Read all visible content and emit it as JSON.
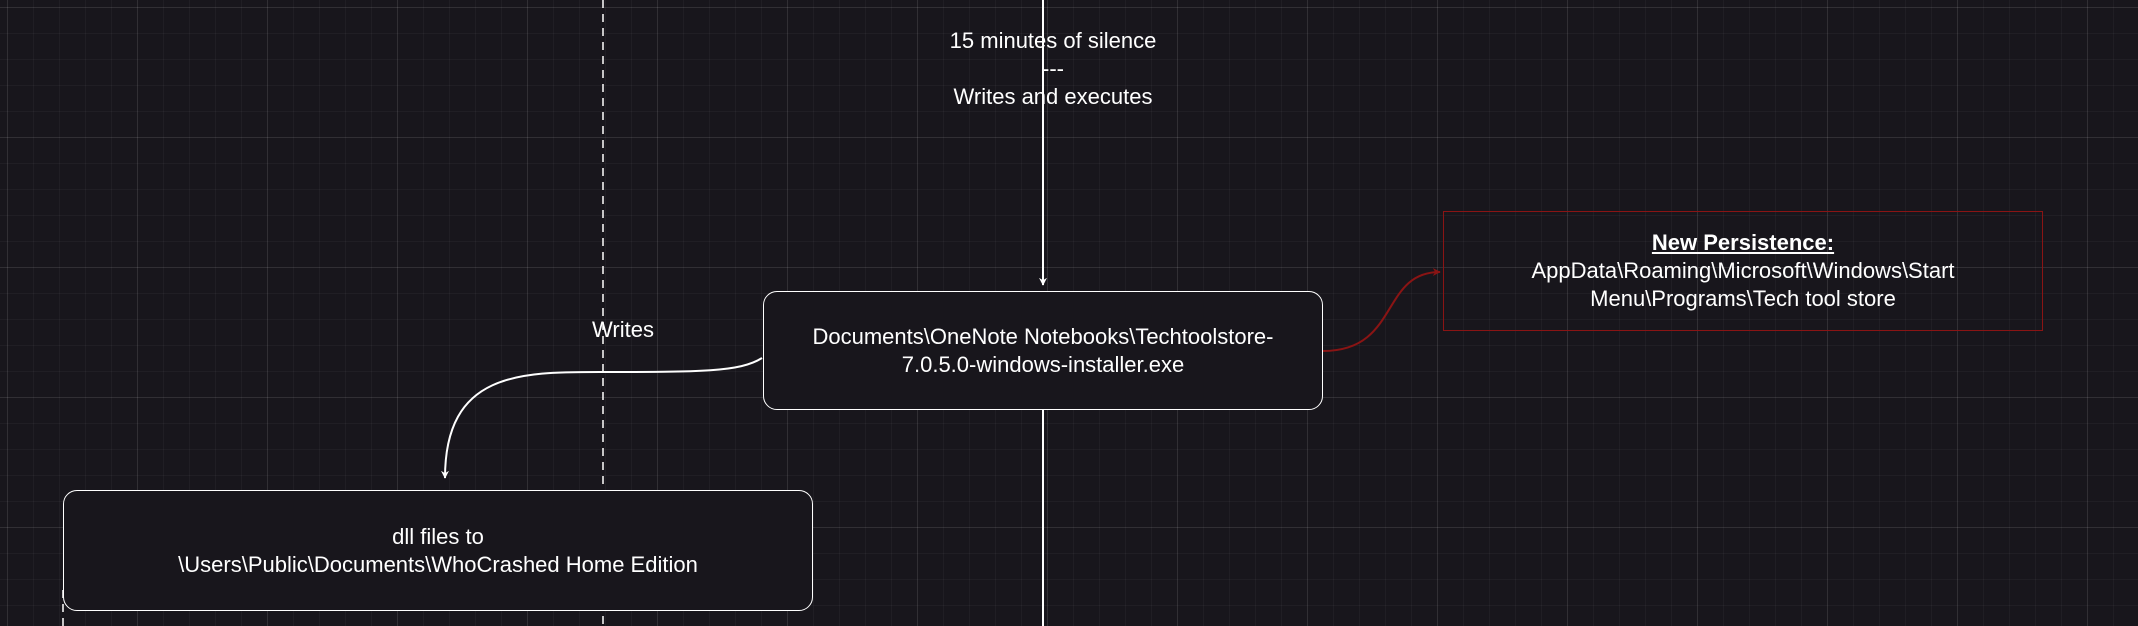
{
  "diagram": {
    "nodes": {
      "installer": {
        "line1": "Documents\\OneNote Notebooks\\Techtoolstore-",
        "line2": "7.0.5.0-windows-installer.exe"
      },
      "dll_files": {
        "line1": "dll files to",
        "line2": "\\Users\\Public\\Documents\\WhoCrashed Home Edition"
      },
      "persistence": {
        "title": "New Persistence:",
        "line1": "AppData\\Roaming\\Microsoft\\Windows\\Start",
        "line2": "Menu\\Programs\\Tech tool store"
      }
    },
    "edge_labels": {
      "top_line1": "15 minutes of silence",
      "top_line2": "---",
      "top_line3": "Writes and executes",
      "writes": "Writes"
    },
    "colors": {
      "background": "#18161c",
      "foreground": "#ffffff",
      "persistence": "#8a1414"
    }
  }
}
